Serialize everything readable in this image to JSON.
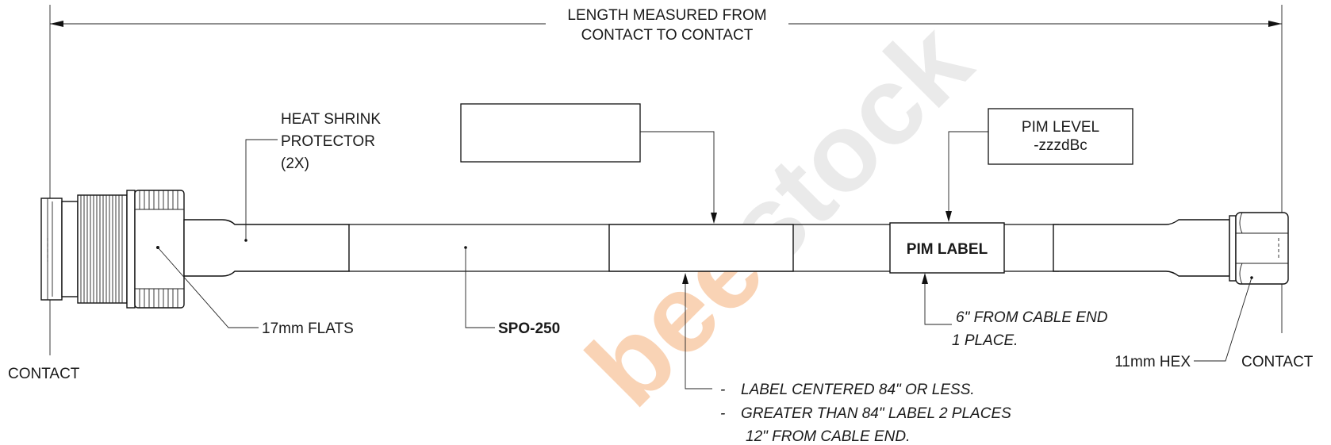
{
  "dimension": {
    "length_line1": "LENGTH MEASURED FROM",
    "length_line2": "CONTACT TO CONTACT",
    "contact_left": "CONTACT",
    "contact_right": "CONTACT"
  },
  "callouts": {
    "heat_shrink_line1": "HEAT SHRINK",
    "heat_shrink_line2": "PROTECTOR",
    "heat_shrink_line3": "(2X)",
    "flats": "17mm FLATS",
    "cable_type": "SPO-250",
    "hex": "11mm HEX",
    "pim_level_line1": "PIM LEVEL",
    "pim_level_line2": "-zzzdBc",
    "pim_label": "PIM LABEL",
    "pim_note_line1": "6\" FROM CABLE END",
    "pim_note_line2": "1 PLACE.",
    "label_note_line1": "LABEL CENTERED 84\" OR LESS.",
    "label_note_line2": "GREATER THAN 84\" LABEL 2 PLACES",
    "label_note_line3": "12\" FROM CABLE END.",
    "bullet": "-"
  },
  "watermark": {
    "brand_part1": "bee",
    "brand_part2": "stock",
    "color_orange": "#f5b07a",
    "color_grey": "#d9d9d9"
  }
}
